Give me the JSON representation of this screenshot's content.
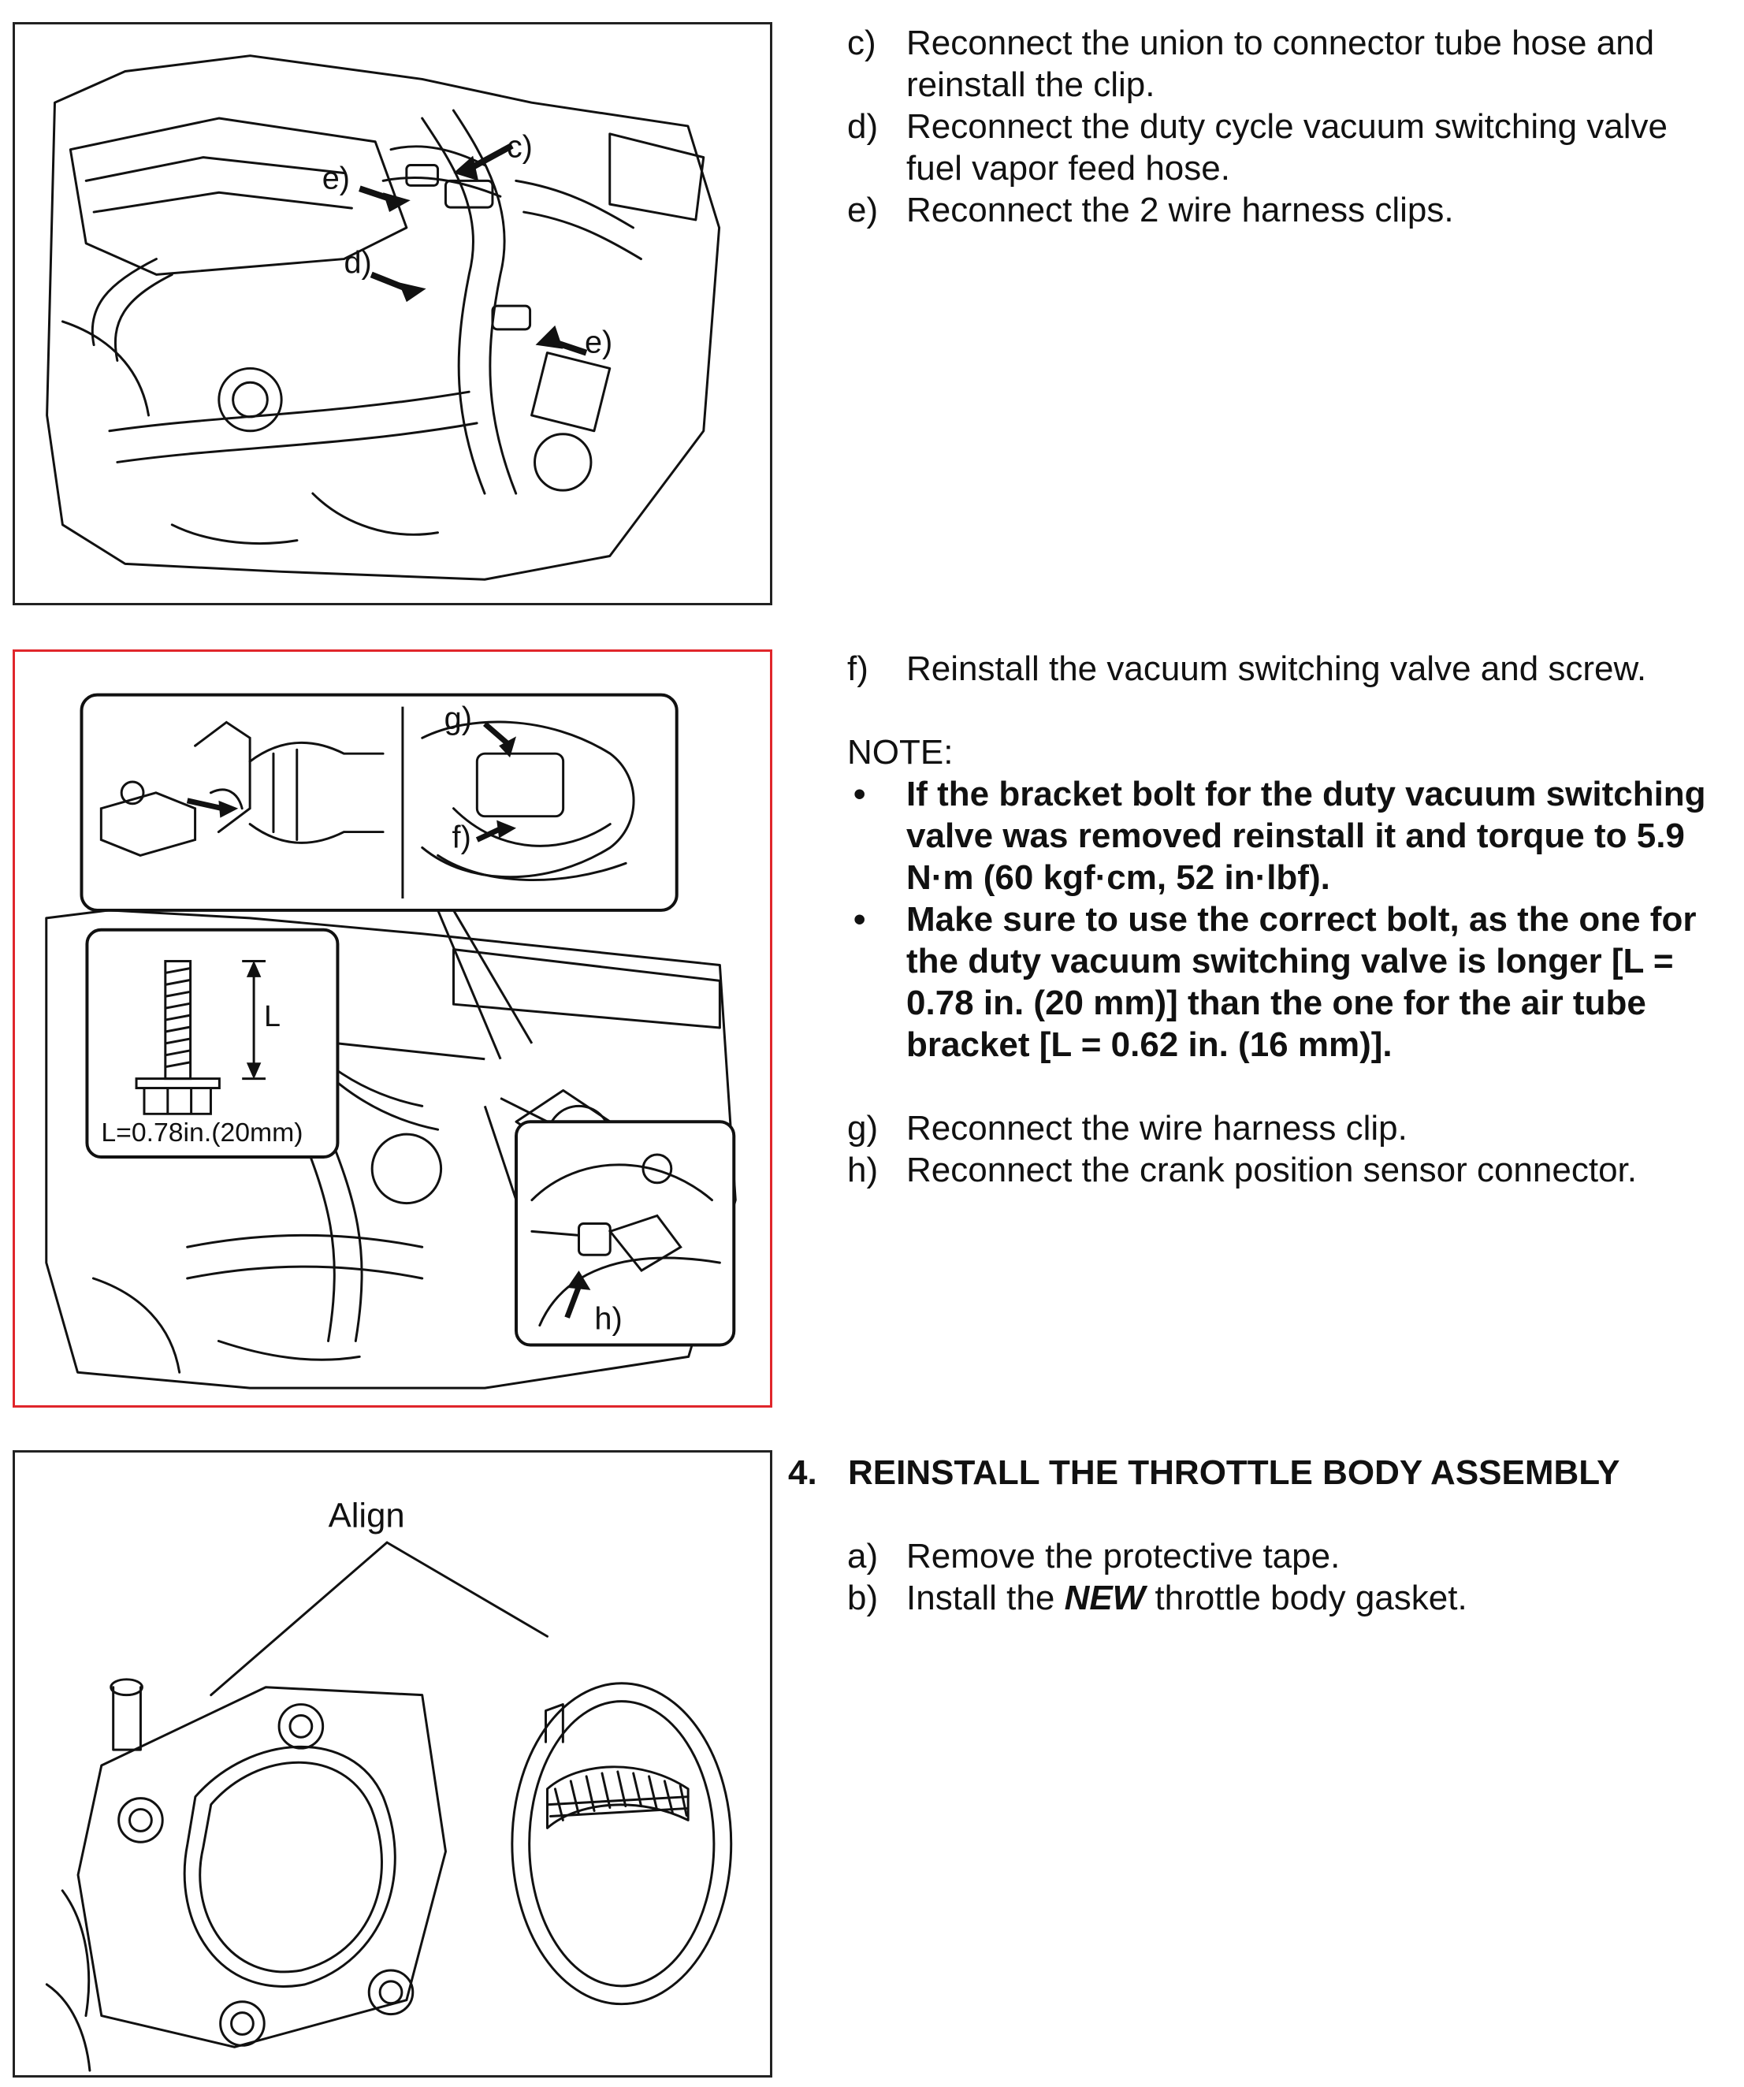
{
  "section1": {
    "figure": {
      "callouts": [
        "c)",
        "e)",
        "d)",
        "e)"
      ]
    },
    "steps": [
      {
        "label": "c)",
        "text": "Reconnect the union to connector tube hose and reinstall the clip."
      },
      {
        "label": "d)",
        "text": "Reconnect the duty cycle vacuum switching valve fuel vapor feed hose."
      },
      {
        "label": "e)",
        "text": "Reconnect the 2 wire harness clips."
      }
    ]
  },
  "section2": {
    "figure": {
      "callouts": [
        "g)",
        "f)",
        "h)"
      ],
      "bolt_dimension": "L",
      "bolt_caption": "L=0.78in.(20mm)"
    },
    "step_f": {
      "label": "f)",
      "text": "Reinstall the vacuum switching valve and screw."
    },
    "note_title": "NOTE:",
    "note_bullets": [
      "If the bracket bolt for the duty vacuum switching valve was removed reinstall it and torque to 5.9 N·m (60 kgf·cm, 52 in·lbf).",
      "Make sure to use the correct bolt, as the one for the duty vacuum switching valve is longer [L = 0.78 in. (20 mm)] than the one for the air tube bracket [L = 0.62 in. (16 mm)]."
    ],
    "steps": [
      {
        "label": "g)",
        "text": "Reconnect the wire harness clip."
      },
      {
        "label": "h)",
        "text": "Reconnect the crank position sensor connector."
      }
    ]
  },
  "section3": {
    "figure": {
      "align_label": "Align"
    },
    "heading": {
      "number": "4.",
      "text": "REINSTALL THE THROTTLE BODY ASSEMBLY"
    },
    "step_a": {
      "label": "a)",
      "text": "Remove the protective tape."
    },
    "step_b": {
      "label": "b)",
      "text_before": "Install the ",
      "emphasis": "NEW",
      "text_after": " throttle body gasket."
    }
  },
  "colors": {
    "figure_border": "#222222",
    "highlight_border": "#e0262b",
    "text": "#111111"
  }
}
